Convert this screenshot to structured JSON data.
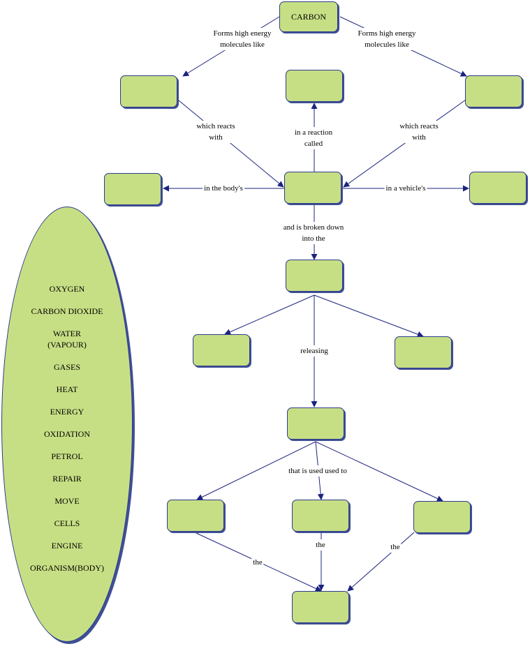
{
  "root": {
    "label": "CARBON"
  },
  "link_labels": {
    "forms_left": "Forms high energy\nmolecules like",
    "forms_right": "Forms high energy\nmolecules like",
    "reacts_left": "which reacts\nwith",
    "reacts_right": "which reacts\nwith",
    "reaction_called": "in a reaction\ncalled",
    "in_body": "in the body's",
    "in_vehicle": "in a vehicle's",
    "broken_down": "and is broken down\ninto the",
    "releasing": "releasing",
    "used_to": "that is used used to",
    "the_left": "the",
    "the_mid": "the",
    "the_right": "the"
  },
  "word_bank": [
    "OXYGEN",
    "CARBON DIOXIDE",
    "WATER\n(VAPOUR)",
    "GASES",
    "HEAT",
    "ENERGY",
    "OXIDATION",
    "PETROL",
    "REPAIR",
    "MOVE",
    "CELLS",
    "ENGINE",
    "ORGANISM(BODY)"
  ],
  "colors": {
    "node_fill": "#c7df84",
    "node_border": "#2d3a8c",
    "edge": "#1a237e"
  }
}
